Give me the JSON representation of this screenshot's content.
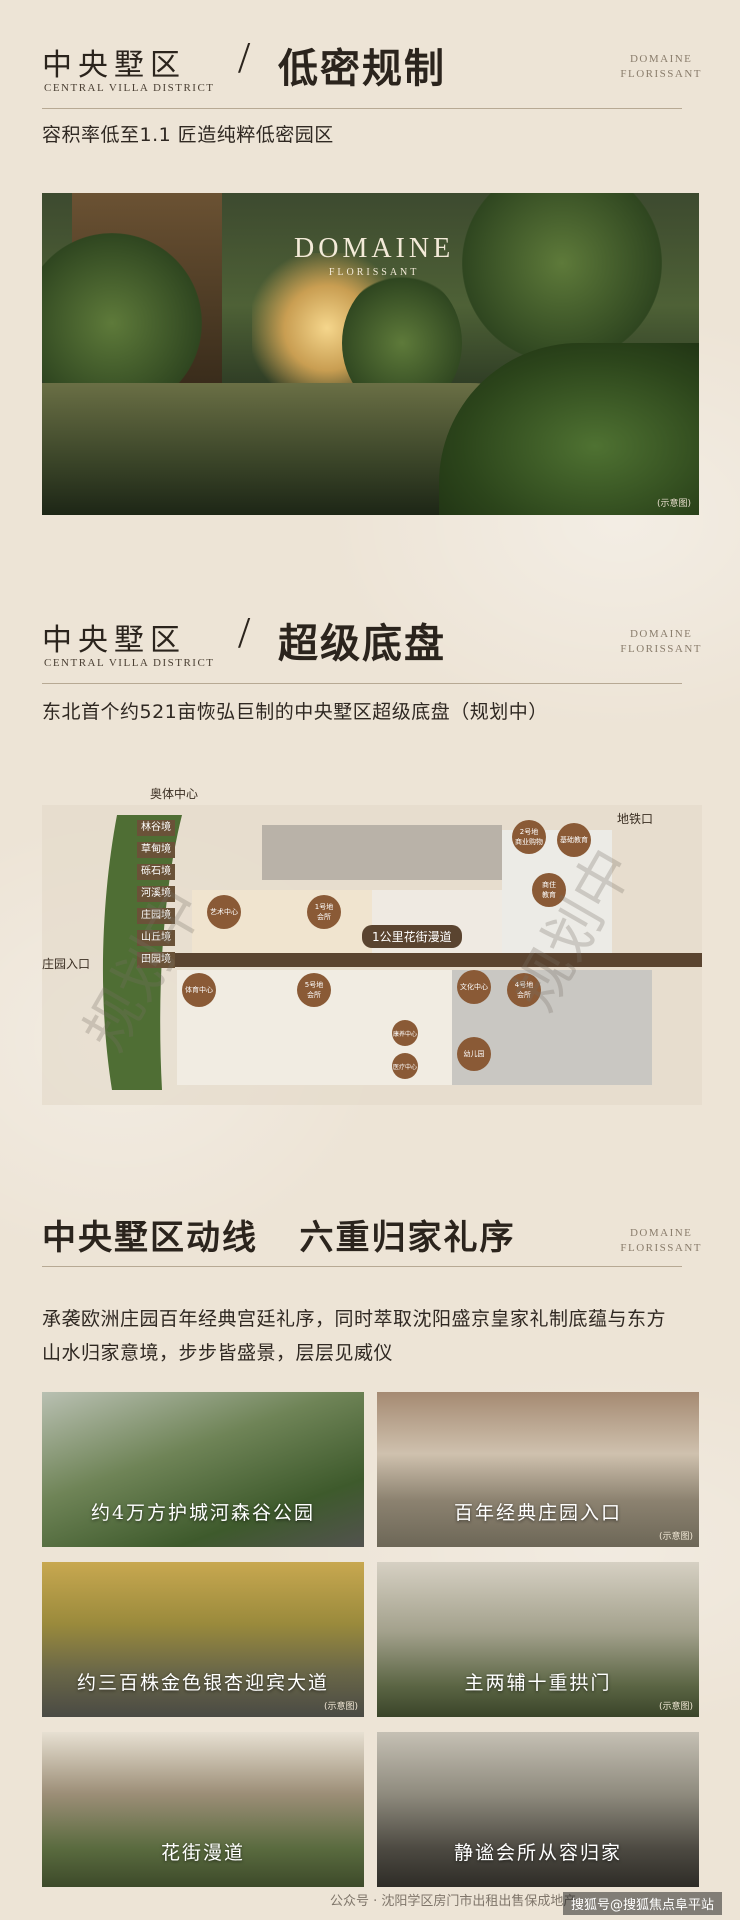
{
  "brand": {
    "line1": "DOMAINE",
    "line2": "FLORISSANT"
  },
  "section1": {
    "zh": "中央墅区",
    "en": "CENTRAL VILLA DISTRICT",
    "slash": "/",
    "title": "低密规制",
    "desc": "容积率低至1.1 匠造纯粹低密园区",
    "photo_logo_main": "DOMAINE",
    "photo_logo_sub": "FLORISSANT",
    "photo_note": "(示意图)"
  },
  "section2": {
    "zh": "中央墅区",
    "en": "CENTRAL VILLA DISTRICT",
    "slash": "/",
    "title": "超级底盘",
    "desc": "东北首个约521亩恢弘巨制的中央墅区超级底盘（规划中）",
    "map": {
      "top_left_label": "奥体中心",
      "top_right_label": "地铁口",
      "entrance_label": "庄园入口",
      "boulevard_label": "1公里花街漫道",
      "left_labels": [
        "林谷境",
        "草甸境",
        "砾石境",
        "河溪境",
        "庄园境",
        "山丘境",
        "田园境"
      ],
      "pins": [
        "2号地\n商业购物",
        "基础教育",
        "商住\n教育",
        "艺术中心",
        "1号地\n会所",
        "体育中心",
        "5号地\n会所",
        "文化中心",
        "4号地\n会所",
        "康养中心",
        "医疗中心",
        "幼儿园"
      ],
      "watermark": "规划中"
    }
  },
  "section3": {
    "title": "中央墅区动线   六重归家礼序",
    "desc_line1": "承袭欧洲庄园百年经典宫廷礼序，同时萃取沈阳盛京皇家礼制底蕴与东方",
    "desc_line2": "山水归家意境，步步皆盛景，层层见威仪",
    "tiles": [
      {
        "caption": "约4万方护城河森谷公园",
        "note": ""
      },
      {
        "caption": "百年经典庄园入口",
        "note": "(示意图)"
      },
      {
        "caption": "约三百株金色银杏迎宾大道",
        "note": "(示意图)"
      },
      {
        "caption": "主两辅十重拱门",
        "note": "(示意图)"
      },
      {
        "caption": "花街漫道",
        "note": ""
      },
      {
        "caption": "静谧会所从容归家",
        "note": ""
      }
    ]
  },
  "footer": {
    "wechat": "公众号 · 沈阳学区房门市出租出售保成地产",
    "sohu": "搜狐号@搜狐焦点阜平站"
  },
  "colors": {
    "bg": "#ede4d6",
    "brown": "#7a5a3c",
    "road": "#5a4430",
    "green": "#4f6e34"
  }
}
